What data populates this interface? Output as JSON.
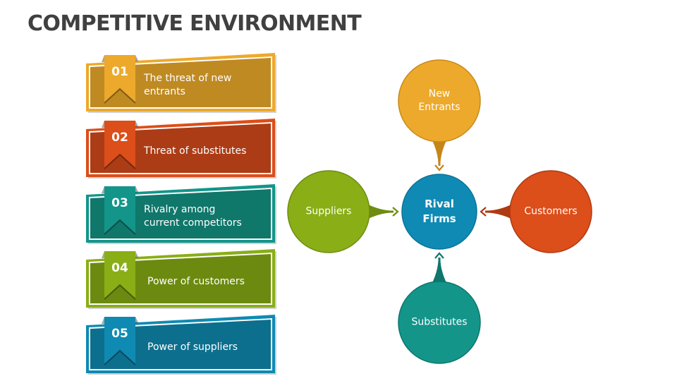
{
  "title": "COMPETITIVE ENVIRONMENT",
  "cards": [
    {
      "number": "01",
      "text": "The threat of new entrants",
      "color": "#BF8A22",
      "tab": "#EDA92B",
      "border": "#EDA92B"
    },
    {
      "number": "02",
      "text": "Threat of substitutes",
      "color": "#AC3C16",
      "tab": "#DC4E1A",
      "border": "#DC4E1A"
    },
    {
      "number": "03",
      "text": "Rivalry among current competitors",
      "color": "#10776B",
      "tab": "#13958A",
      "border": "#13958A"
    },
    {
      "number": "04",
      "text": "Power of customers",
      "color": "#6C8A10",
      "tab": "#8AAE16",
      "border": "#8AAE16"
    },
    {
      "number": "05",
      "text": "Power of suppliers",
      "color": "#0D6F8E",
      "tab": "#0F8AB2",
      "border": "#0F8AB2"
    }
  ],
  "diagram": {
    "center": {
      "label_line1": "Rival",
      "label_line2": "Firms",
      "color": "#0F8AB4",
      "stroke": "#0C7597"
    },
    "nodes": [
      {
        "id": "new-entrants",
        "label_line1": "New",
        "label_line2": "Entrants",
        "color": "#EDA92B",
        "stroke": "#C78A1C",
        "arrow": "#C4861A",
        "direction": "top"
      },
      {
        "id": "suppliers",
        "label_line1": "Suppliers",
        "label_line2": "",
        "color": "#8AAE16",
        "stroke": "#6E8C10",
        "arrow": "#6E8C10",
        "direction": "left"
      },
      {
        "id": "customers",
        "label_line1": "Customers",
        "label_line2": "",
        "color": "#DC4E1A",
        "stroke": "#AE3A12",
        "arrow": "#AE3A12",
        "direction": "right"
      },
      {
        "id": "substitutes",
        "label_line1": "Substitutes",
        "label_line2": "",
        "color": "#13958A",
        "stroke": "#0E766C",
        "arrow": "#0E766C",
        "direction": "bottom"
      }
    ]
  }
}
